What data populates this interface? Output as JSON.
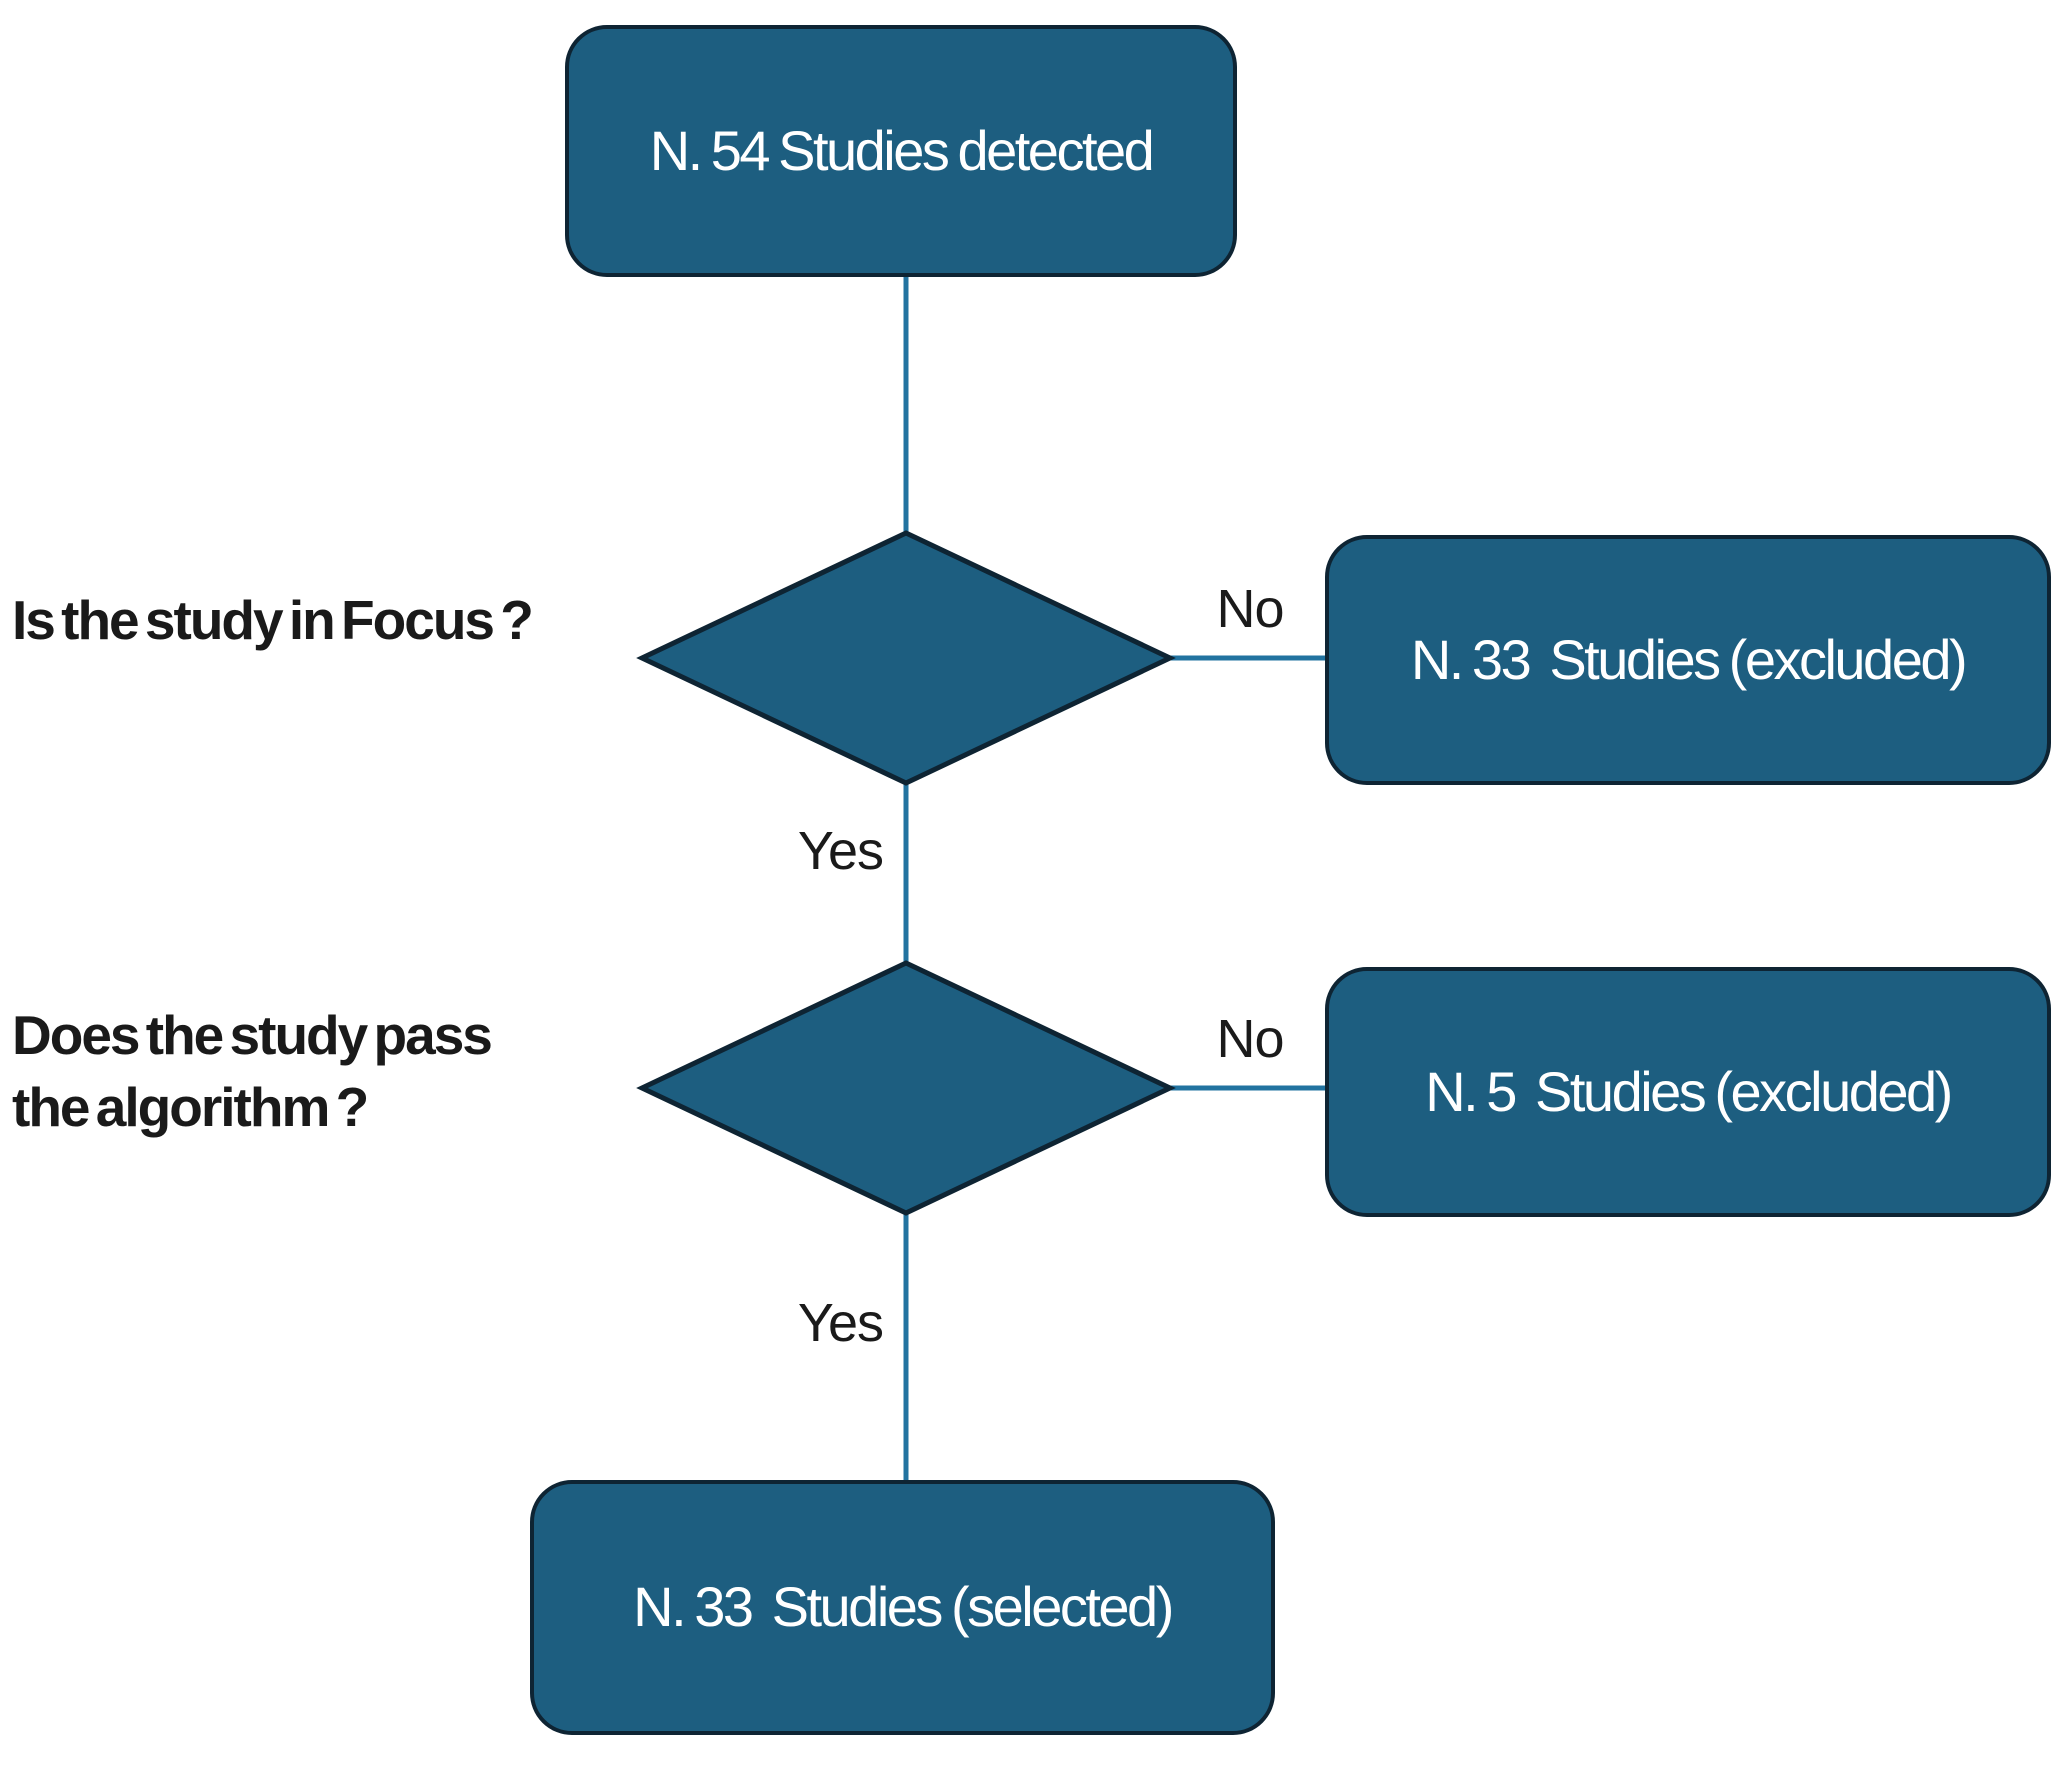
{
  "flowchart": {
    "colors": {
      "background": "#ffffff",
      "node_fill": "#1d5e80",
      "node_border": "#0e2433",
      "connector": "#2273a0",
      "label_text": "#1a1a1a",
      "node_text": "#ffffff"
    },
    "nodes": {
      "start": {
        "label": "N. 54 Studies detected"
      },
      "decision_focus": {
        "question": "Is the study in Focus ?"
      },
      "excluded_focus": {
        "label": "N. 33  Studies (excluded)"
      },
      "decision_algorithm": {
        "question": "Does the study pass\nthe algorithm ?"
      },
      "excluded_algorithm": {
        "label": "N. 5  Studies (excluded)"
      },
      "selected": {
        "label": "N. 33  Studies (selected)"
      }
    },
    "edges": {
      "focus_no": "No",
      "focus_yes": "Yes",
      "algorithm_no": "No",
      "algorithm_yes": "Yes"
    }
  }
}
